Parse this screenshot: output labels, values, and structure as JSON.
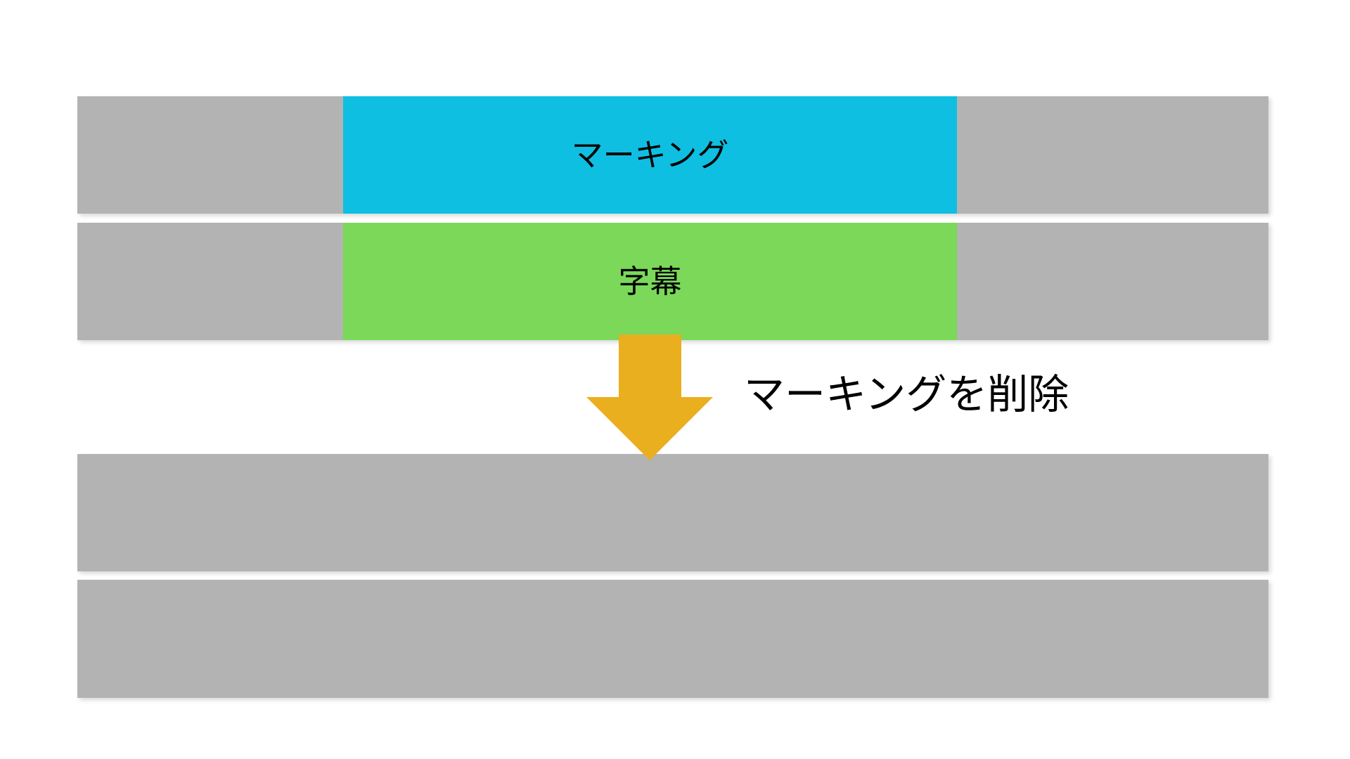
{
  "diagram": {
    "colors": {
      "background": "#FFFFFF",
      "track_gray": "#B3B3B3",
      "marking_cyan": "#0EBFE2",
      "subtitle_green": "#7BD859",
      "arrow_amber": "#EAAF1E",
      "label_text": "#000000"
    },
    "before": {
      "marking_segment_label": "マーキング",
      "subtitle_segment_label": "字幕"
    },
    "action": {
      "arrow_icon": "down-arrow",
      "label": "マーキングを削除"
    },
    "after": {
      "result_bar_count": 2
    }
  }
}
